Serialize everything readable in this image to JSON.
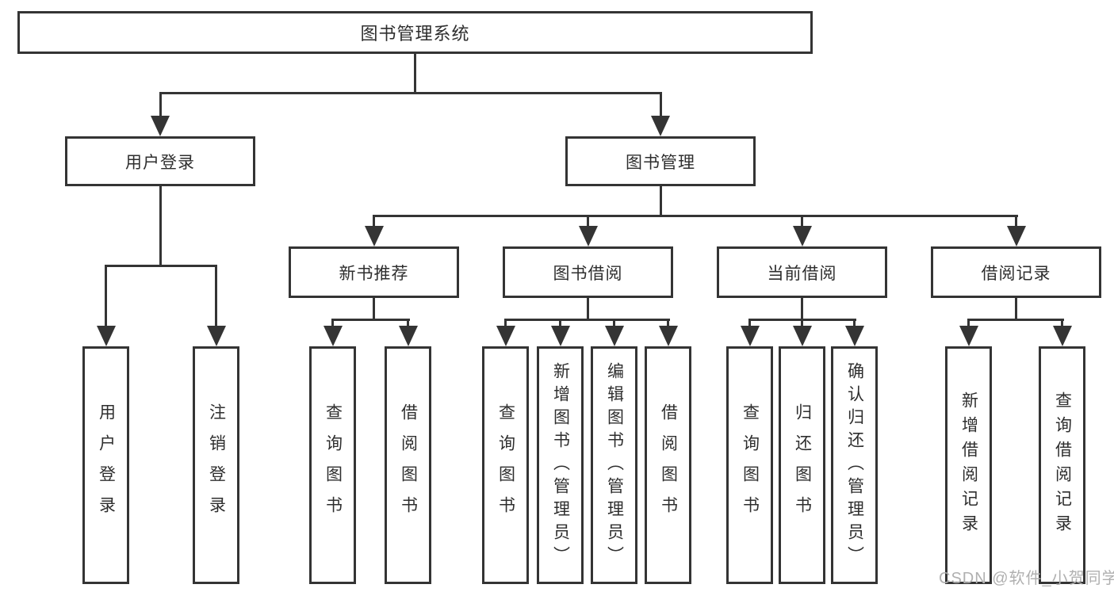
{
  "tree": {
    "label": "图书管理系统",
    "children": [
      {
        "label": "用户登录",
        "children": [
          {
            "label": "用户登录"
          },
          {
            "label": "注销登录"
          }
        ]
      },
      {
        "label": "图书管理",
        "children": [
          {
            "label": "新书推荐",
            "children": [
              {
                "label": "查询图书"
              },
              {
                "label": "借阅图书"
              }
            ]
          },
          {
            "label": "图书借阅",
            "children": [
              {
                "label": "查询图书"
              },
              {
                "label": "新增图书（管理员）"
              },
              {
                "label": "编辑图书（管理员）"
              },
              {
                "label": "借阅图书"
              }
            ]
          },
          {
            "label": "当前借阅",
            "children": [
              {
                "label": "查询图书"
              },
              {
                "label": "归还图书"
              },
              {
                "label": "确认归还（管理员）"
              }
            ]
          },
          {
            "label": "借阅记录",
            "children": [
              {
                "label": "新增借阅记录"
              },
              {
                "label": "查询借阅记录"
              }
            ]
          }
        ]
      }
    ]
  },
  "watermark": {
    "text": "CSDN @软件_小贺同学"
  },
  "colors": {
    "line": "#343434",
    "text": "#2e2e2e",
    "background": "#ffffff",
    "watermark": "#b0b0b0"
  }
}
